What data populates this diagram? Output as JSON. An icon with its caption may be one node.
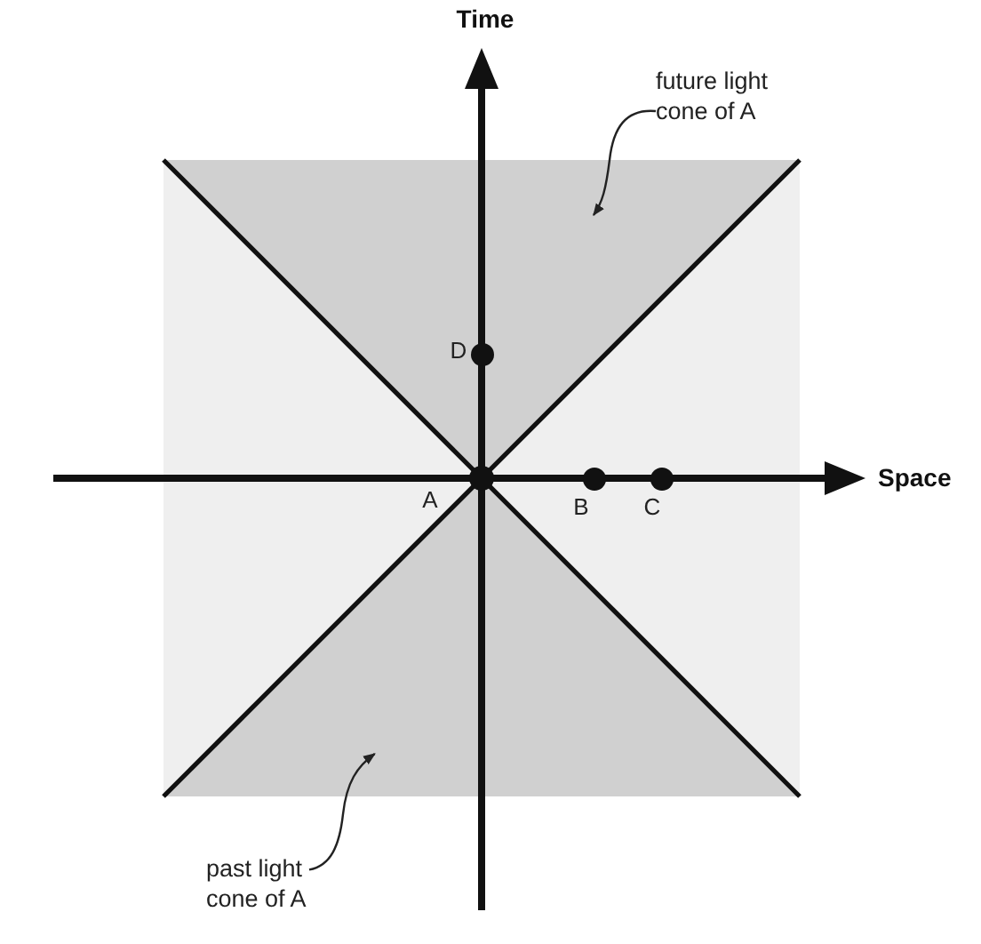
{
  "diagram": {
    "nodes": [
      {
        "text": [
          "future light cone of A"
        ]
      },
      {
        "text": [],
        "shape": "triangle"
      },
      {
        "text": [],
        "shape": "circle",
        "in": 1,
        "beside": [
          "D"
        ]
      },
      {
        "text": [],
        "shape": "circle"
      },
      {
        "text": [],
        "shape": "circle",
        "beside": [
          "B"
        ]
      },
      {
        "text": [],
        "shape": "circle",
        "beside": [
          "C"
        ]
      },
      {
        "text": [],
        "shape": "triangle"
      },
      {
        "text": [
          "past light cone of A"
        ]
      }
    ],
    "edges": [
      {
        "from": 0,
        "to": 1,
        "arrow": "to"
      },
      {
        "from": 7,
        "to": 6,
        "arrow": "to"
      }
    ],
    "labels": [
      "Time",
      "Space",
      "A"
    ]
  }
}
